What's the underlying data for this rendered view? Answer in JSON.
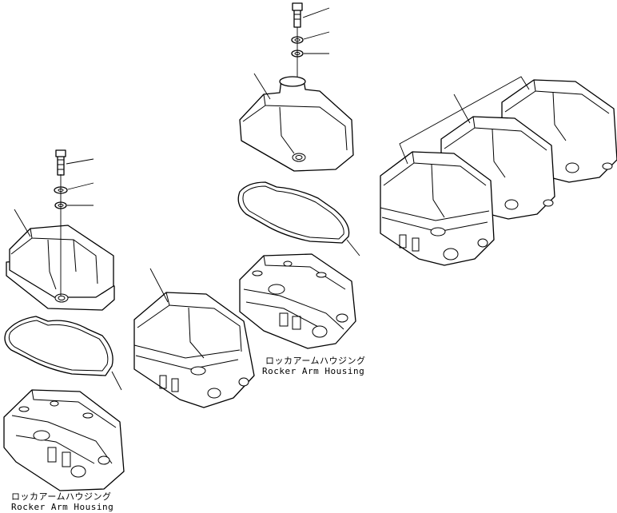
{
  "captions": {
    "left_jp": "ロッカアームハウジング",
    "left_en": "Rocker Arm Housing",
    "center_jp": "ロッカアームハウジング",
    "center_en": "Rocker Arm Housing"
  }
}
